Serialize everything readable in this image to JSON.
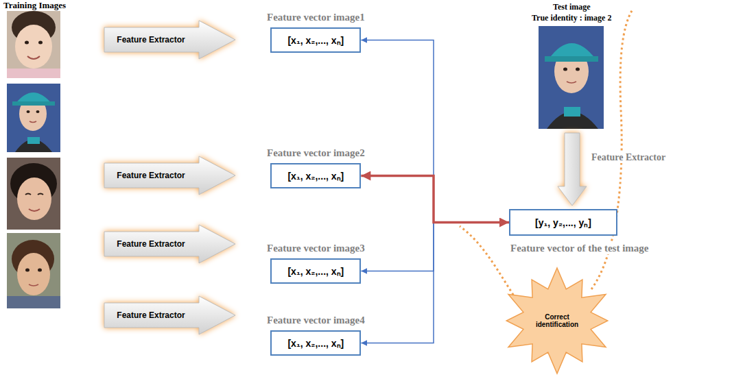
{
  "diagram": {
    "nodes": [
      {
        "text": [
          "Feature Extractor"
        ]
      },
      {
        "text": [
          "Feature vector image1",
          "[x₁, x₂,..., xₙ]"
        ]
      },
      {
        "text": [
          "Feature Extractor"
        ]
      },
      {
        "text": [
          "Feature vector image2",
          "[x₁, x₂,..., xₙ]"
        ]
      },
      {
        "text": [
          "Feature Extractor"
        ]
      },
      {
        "text": [
          "Feature vector image3",
          "[x₁, x₂,..., xₙ]"
        ]
      },
      {
        "text": [
          "Feature Extractor"
        ]
      },
      {
        "text": [
          "Feature vector image4",
          "[x₁, x₂,..., xₙ]"
        ]
      },
      {
        "text": [
          "[y₁, y₂,..., yₙ]",
          "Feature vector of the test image"
        ]
      },
      {
        "text": [
          "Correct identification"
        ]
      }
    ],
    "edges": [
      {
        "from": 8,
        "to": 1,
        "arrow": "to"
      },
      {
        "from": 3,
        "to": 8,
        "arrow": "both"
      },
      {
        "from": 8,
        "to": 5,
        "arrow": "to"
      },
      {
        "from": 8,
        "to": 7,
        "arrow": "to"
      }
    ],
    "labels": [
      "Training Images",
      "Test image",
      "True identity : image 2",
      "Feature Extractor"
    ]
  }
}
